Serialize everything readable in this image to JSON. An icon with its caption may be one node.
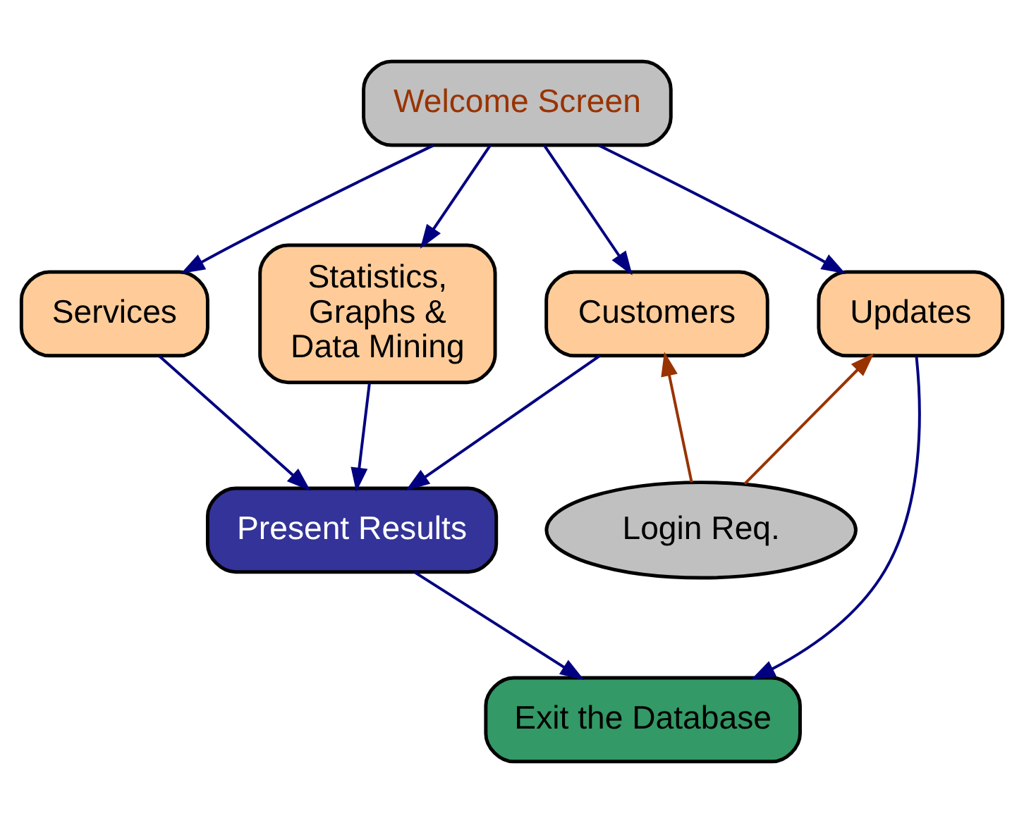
{
  "diagram": {
    "nodes": [
      {
        "text": [
          "Welcome Screen"
        ]
      },
      {
        "text": [
          "Services"
        ]
      },
      {
        "text": [
          "Statistics, Graphs & Data Mining"
        ]
      },
      {
        "text": [
          "Customers"
        ]
      },
      {
        "text": [
          "Updates"
        ]
      },
      {
        "text": [
          "Login Req."
        ]
      },
      {
        "text": [
          "Present Results"
        ]
      },
      {
        "text": [
          "Exit the Database"
        ]
      }
    ],
    "edges": [
      {
        "from": 0,
        "to": 1,
        "arrow": "to"
      },
      {
        "from": 0,
        "to": 2,
        "arrow": "to"
      },
      {
        "from": 0,
        "to": 3,
        "arrow": "to"
      },
      {
        "from": 0,
        "to": 4,
        "arrow": "to"
      },
      {
        "from": 1,
        "to": 6,
        "arrow": "to"
      },
      {
        "from": 2,
        "to": 6,
        "arrow": "to"
      },
      {
        "from": 3,
        "to": 6,
        "arrow": "to"
      },
      {
        "from": 4,
        "to": 7,
        "arrow": "to"
      },
      {
        "from": 6,
        "to": 7,
        "arrow": "to"
      },
      {
        "from": 5,
        "to": 3,
        "arrow": "to",
        "color": "#993300"
      },
      {
        "from": 5,
        "to": 4,
        "arrow": "to",
        "color": "#993300"
      }
    ]
  }
}
